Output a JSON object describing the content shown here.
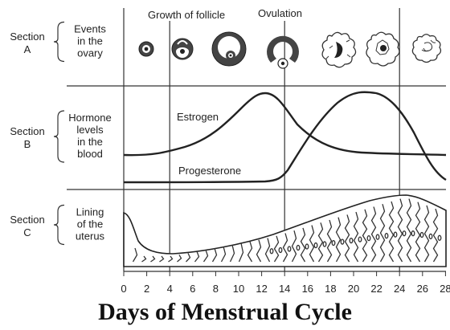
{
  "sections": [
    {
      "name": "Section A",
      "name_lines": [
        "Section",
        "A"
      ],
      "desc_lines": [
        "Events",
        "in the",
        "ovary"
      ]
    },
    {
      "name": "Section B",
      "name_lines": [
        "Section",
        "B"
      ],
      "desc_lines": [
        "Hormone",
        "levels",
        "in the",
        "blood"
      ]
    },
    {
      "name": "Section C",
      "name_lines": [
        "Section",
        "C"
      ],
      "desc_lines": [
        "Lining",
        "of the",
        "uterus"
      ]
    }
  ],
  "top_labels": {
    "growth": "Growth of follicle",
    "ovulation": "Ovulation"
  },
  "curves": {
    "estrogen": "Estrogen",
    "progesterone": "Progesterone"
  },
  "x_axis": {
    "title": "Days of Menstrual Cycle",
    "ticks": [
      "0",
      "2",
      "4",
      "6",
      "8",
      "10",
      "12",
      "14",
      "16",
      "18",
      "20",
      "22",
      "24",
      "26",
      "28"
    ],
    "markers": [
      0,
      4,
      14,
      24
    ]
  },
  "ovary_stages": [
    "primary-follicle",
    "growing-follicle",
    "mature-follicle",
    "ruptured-follicle-ovum-release",
    "corpus-luteum",
    "corpus-luteum-mature",
    "corpus-albicans"
  ]
}
